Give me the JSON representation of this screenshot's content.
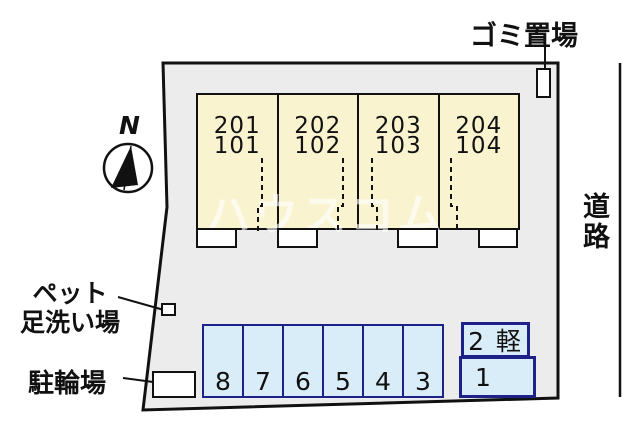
{
  "site": {
    "lot_fill": "#ECECEC",
    "line_color": "#111111"
  },
  "compass": {
    "north_label": "N"
  },
  "building": {
    "fill": "#FAF3CF",
    "units": [
      {
        "upper": "201",
        "lower": "101"
      },
      {
        "upper": "202",
        "lower": "102"
      },
      {
        "upper": "203",
        "lower": "103"
      },
      {
        "upper": "204",
        "lower": "104"
      }
    ]
  },
  "parking": {
    "fill": "#D9EDF8",
    "border": "#1E2288",
    "spaces": [
      "8",
      "7",
      "6",
      "5",
      "4",
      "3"
    ],
    "kei_space_label": "2 軽",
    "space_one_label": "1"
  },
  "labels": {
    "garbage": "ゴミ置場",
    "road": "道路",
    "pet_wash_line1": "ペット",
    "pet_wash_line2": "足洗い場",
    "bicycle_parking": "駐輪場"
  },
  "watermark": "ハウスコム"
}
